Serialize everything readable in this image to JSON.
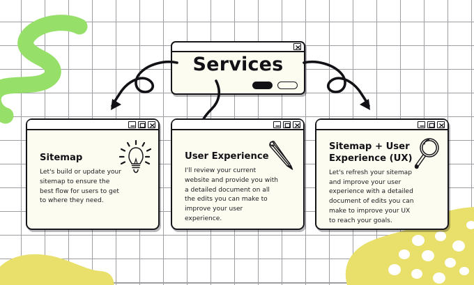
{
  "page": {
    "background_color": "#ffffff",
    "grid_color": "#8d8d92",
    "card_color": "#fdfcf0",
    "ink_color": "#15151a",
    "accent_green": "#96e06a",
    "accent_yellow": "#e8e06a"
  },
  "header": {
    "title": "Services",
    "window_controls": [
      "close"
    ],
    "pills": [
      {
        "name": "filled-pill",
        "style": "filled"
      },
      {
        "name": "hollow-pill",
        "style": "hollow"
      }
    ]
  },
  "arrows": [
    {
      "name": "arrow-to-sitemap",
      "direction": "left-down",
      "style": "looped"
    },
    {
      "name": "arrow-to-user-experience",
      "direction": "down",
      "style": "s-curve"
    },
    {
      "name": "arrow-to-sitemap-ux",
      "direction": "right-down",
      "style": "looped"
    }
  ],
  "cards": [
    {
      "id": "card-1",
      "title": "Sitemap",
      "body": "Let's build or update your sitemap to ensure the best flow for users to get to where they need.",
      "icon": "lightbulb-icon",
      "window_controls": [
        "minimize",
        "maximize",
        "close"
      ]
    },
    {
      "id": "card-2",
      "title": "User Experience",
      "body": "I'll review your current website and provide you with a detailed document on all the edits you can make to improve your user experience.",
      "icon": "pencil-icon",
      "window_controls": [
        "minimize",
        "maximize",
        "close"
      ]
    },
    {
      "id": "card-3",
      "title": "Sitemap + User Experience (UX)",
      "body": "Let's refresh your sitemap and improve your user experience with a detailed document of edits you can make to improve your UX to reach your goals.",
      "icon": "magnifying-glass-icon",
      "window_controls": [
        "minimize",
        "maximize",
        "close"
      ]
    }
  ],
  "decorations": [
    {
      "name": "green-squiggle",
      "color": "#96e06a",
      "position": "top-left"
    },
    {
      "name": "yellow-blob-dotted",
      "color": "#e8e06a",
      "position": "bottom-right"
    },
    {
      "name": "yellow-blob",
      "color": "#e8e06a",
      "position": "bottom-left"
    }
  ]
}
